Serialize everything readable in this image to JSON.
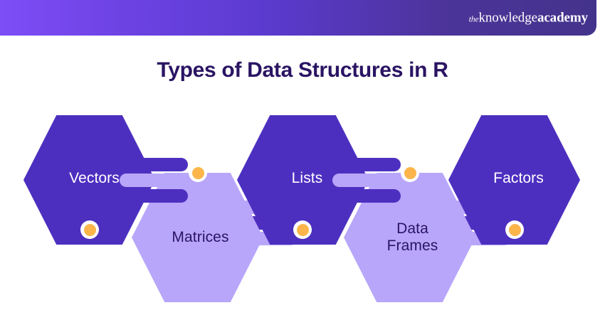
{
  "header": {
    "logo": {
      "prefix": "the",
      "word1": "knowledge",
      "word2": "academy"
    },
    "gradient_start": "#7d4df6",
    "gradient_end": "#44338c"
  },
  "title": "Types of Data Structures in R",
  "title_color": "#2a1463",
  "palette": {
    "dark_purple": "#4d2fc0",
    "light_purple": "#b8a6fa",
    "dot_orange": "#fcb54b",
    "dot_ring": "#ffffff"
  },
  "diagram": {
    "type": "hexagon-chain",
    "nodes": [
      {
        "id": "vectors",
        "label": "Vectors",
        "style": "dark",
        "row": "top"
      },
      {
        "id": "matrices",
        "label": "Matrices",
        "style": "light",
        "row": "bottom"
      },
      {
        "id": "lists",
        "label": "Lists",
        "style": "dark",
        "row": "top"
      },
      {
        "id": "dataframes",
        "label": "Data\nFrames",
        "style": "light",
        "row": "bottom"
      },
      {
        "id": "factors",
        "label": "Factors",
        "style": "dark",
        "row": "top"
      }
    ],
    "connectors": [
      {
        "from": "vectors",
        "to": "matrices",
        "pattern": [
          "dark",
          "light",
          "dark"
        ]
      },
      {
        "from": "matrices",
        "to": "lists",
        "pattern": [
          "light",
          "dark",
          "light"
        ]
      },
      {
        "from": "lists",
        "to": "dataframes",
        "pattern": [
          "dark",
          "light",
          "dark"
        ]
      },
      {
        "from": "dataframes",
        "to": "factors",
        "pattern": [
          "light",
          "dark",
          "light"
        ]
      }
    ]
  }
}
